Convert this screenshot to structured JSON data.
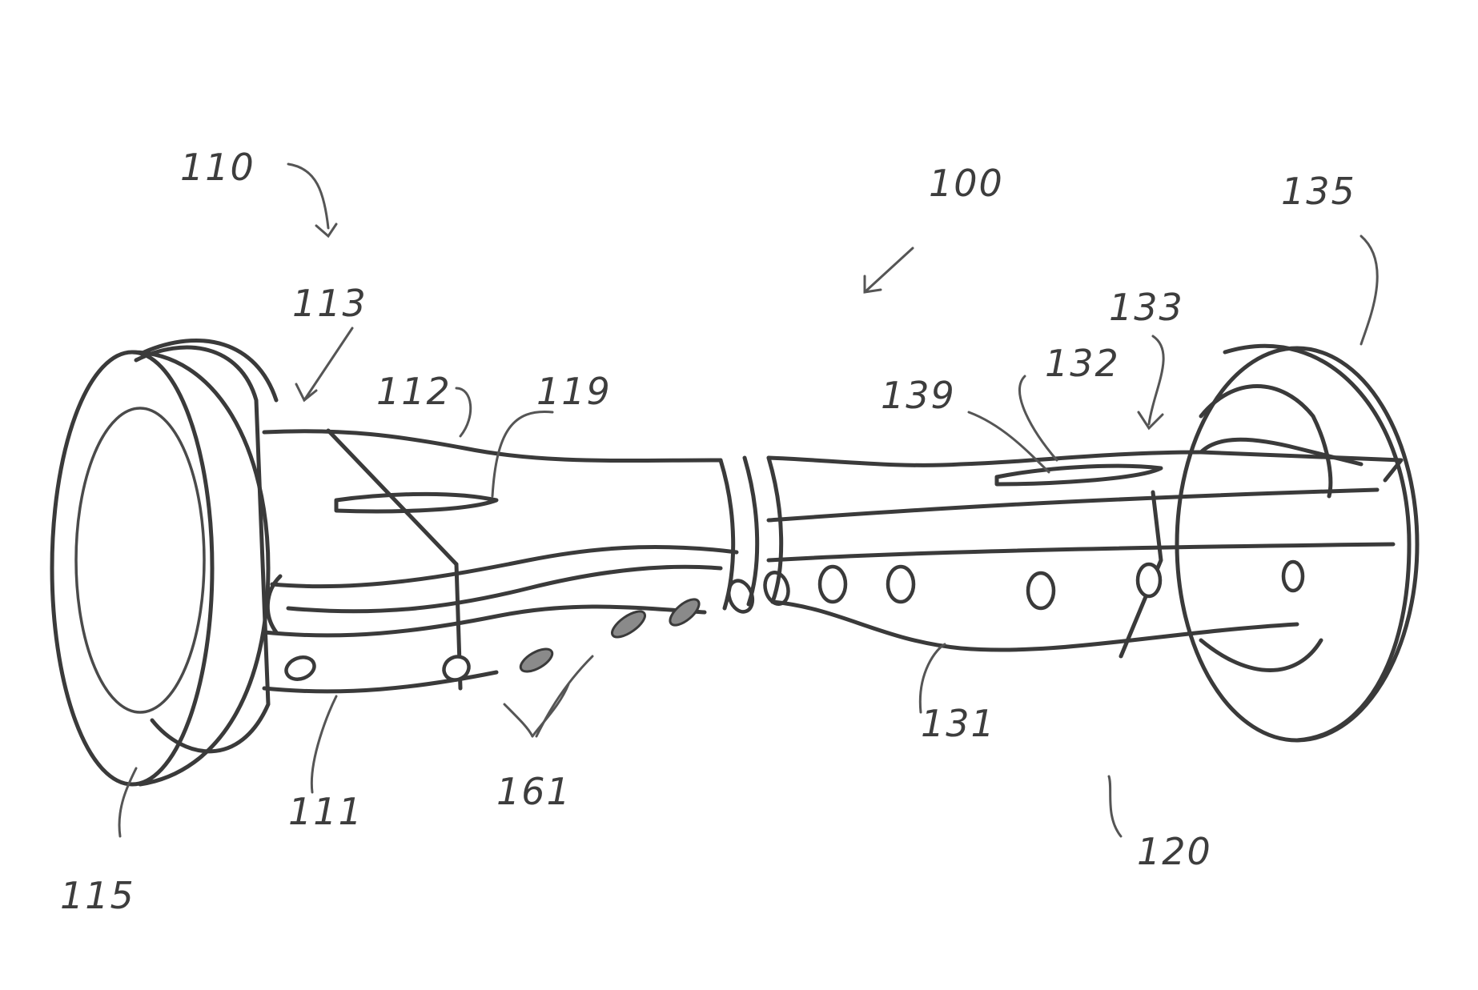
{
  "figure": {
    "labels": {
      "board": "100",
      "left_assembly": "110",
      "left_lower_housing": "111",
      "left_upper_housing": "112",
      "left_deck": "113",
      "left_wheel": "115",
      "left_strip": "119",
      "right_assembly": "120",
      "right_lower_housing": "131",
      "right_upper_housing": "132",
      "right_deck": "133",
      "right_wheel": "135",
      "right_strip": "139",
      "vents": "161"
    }
  }
}
